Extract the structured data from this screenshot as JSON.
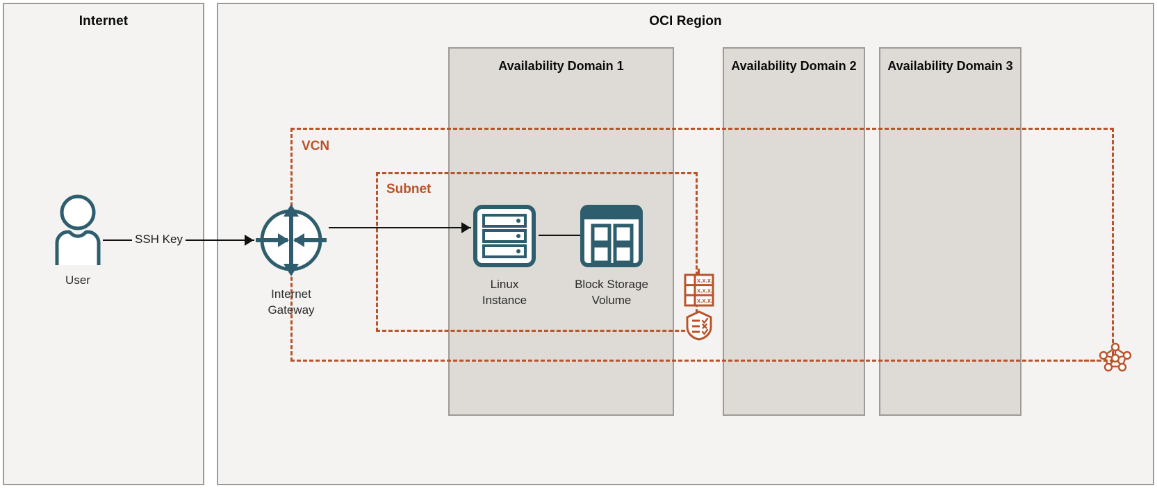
{
  "diagram": {
    "title": "OCI Region architecture with VCN, subnet, Linux instance and block storage",
    "colors": {
      "zone_fill": "#f4f3f1",
      "zone_border": "#9e9b96",
      "ad_fill": "#dedbd6",
      "network_accent": "#b9532a",
      "icon_teal": "#2e5d6e",
      "connector": "#111111",
      "text": "#0a0a0a"
    }
  },
  "internet": {
    "title": "Internet",
    "user": {
      "label": "User",
      "icon": "user-icon"
    }
  },
  "region": {
    "title": "OCI Region",
    "availability_domains": [
      {
        "title": "Availability Domain 1"
      },
      {
        "title": "Availability Domain 2"
      },
      {
        "title": "Availability Domain 3"
      }
    ]
  },
  "vcn": {
    "label": "VCN",
    "subnet": {
      "label": "Subnet"
    },
    "resources": [
      {
        "name": "linux-instance",
        "label": "Linux\nInstance",
        "icon": "linux-instance-icon"
      },
      {
        "name": "block-storage-volume",
        "label": "Block Storage\nVolume",
        "icon": "block-storage-icon"
      }
    ],
    "network_services": [
      {
        "name": "route-table",
        "icon": "route-table-icon",
        "cells": [
          "x.x.x.",
          "x.x.x.",
          "x.x.x."
        ]
      },
      {
        "name": "security-list",
        "icon": "security-list-shield-icon"
      },
      {
        "name": "network-mesh",
        "icon": "network-mesh-icon"
      }
    ]
  },
  "gateway": {
    "label": "Internet\nGateway",
    "icon": "internet-gateway-icon"
  },
  "connections": [
    {
      "from": "user",
      "to": "internet-gateway",
      "label": "SSH Key"
    },
    {
      "from": "internet-gateway",
      "to": "linux-instance",
      "label": ""
    },
    {
      "from": "linux-instance",
      "to": "block-storage-volume",
      "label": ""
    }
  ],
  "labels": {
    "ssh_key": "SSH Key"
  }
}
